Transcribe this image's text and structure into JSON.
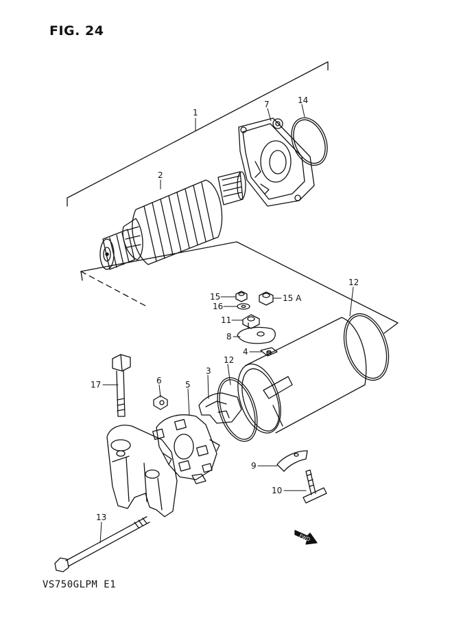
{
  "figure": {
    "title": "FIG. 24",
    "model_code": "VS750GLPM E1"
  },
  "callouts": [
    "1",
    "2",
    "3",
    "4",
    "5",
    "6",
    "7",
    "8",
    "9",
    "10",
    "11",
    "12",
    "12",
    "13",
    "14",
    "15",
    "15 A",
    "16",
    "17"
  ],
  "fwd_label": "FWD",
  "colors": {
    "ink": "#111111",
    "paper": "#ffffff"
  }
}
